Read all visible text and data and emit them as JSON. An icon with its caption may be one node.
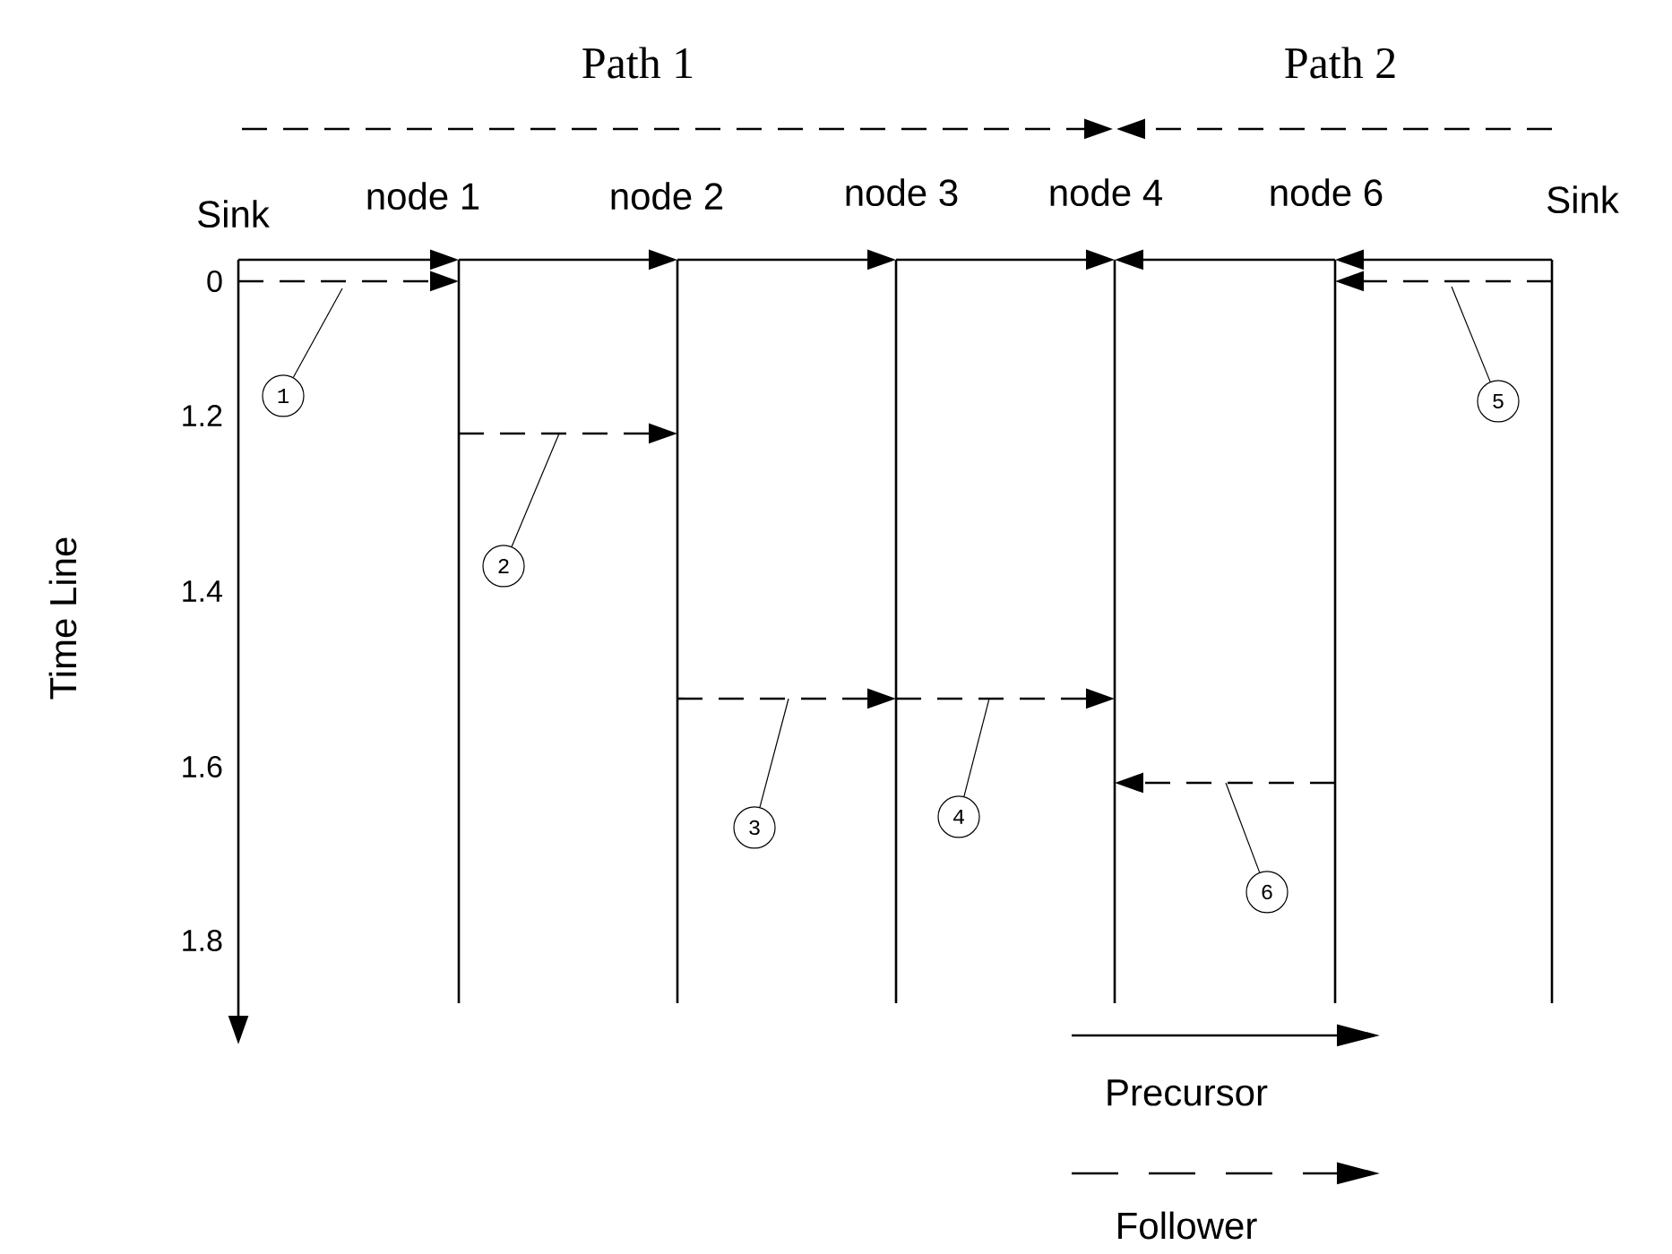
{
  "diagram": {
    "nodes": [
      {
        "text": [
          "Sink"
        ]
      },
      {
        "text": [
          "node 1"
        ]
      },
      {
        "text": [
          "node 2"
        ]
      },
      {
        "text": [
          "node 3"
        ]
      },
      {
        "text": [
          "node 4"
        ]
      },
      {
        "text": [
          "node 6"
        ]
      },
      {
        "text": [
          "Sink"
        ]
      },
      {
        "text": [
          "1"
        ]
      },
      {
        "text": [
          "2"
        ]
      },
      {
        "text": [
          "3"
        ]
      },
      {
        "text": [
          "4"
        ]
      },
      {
        "text": [
          "5"
        ]
      },
      {
        "text": [
          "6"
        ]
      }
    ],
    "edges": [
      {
        "from": 0,
        "to": 1,
        "arrow": "to"
      },
      {
        "from": 1,
        "to": 2,
        "arrow": "to"
      },
      {
        "from": 2,
        "to": 3,
        "arrow": "to"
      },
      {
        "from": 3,
        "to": 4,
        "arrow": "to"
      },
      {
        "from": 6,
        "to": 5,
        "arrow": "to"
      },
      {
        "from": 5,
        "to": 4,
        "arrow": "to"
      },
      {
        "from": 0,
        "to": 1,
        "arrow": "to",
        "style": "dashed"
      },
      {
        "from": 1,
        "to": 2,
        "arrow": "to",
        "style": "dashed"
      },
      {
        "from": 2,
        "to": 3,
        "arrow": "to",
        "style": "dashed"
      },
      {
        "from": 3,
        "to": 4,
        "arrow": "to",
        "style": "dashed"
      },
      {
        "from": 5,
        "to": 4,
        "arrow": "to",
        "style": "dashed"
      },
      {
        "from": 6,
        "to": 5,
        "arrow": "to",
        "style": "dashed"
      },
      {
        "from": 7,
        "to": null,
        "arrow": "none"
      },
      {
        "from": 8,
        "to": null,
        "arrow": "none"
      },
      {
        "from": 9,
        "to": null,
        "arrow": "none"
      },
      {
        "from": 10,
        "to": null,
        "arrow": "none"
      },
      {
        "from": 11,
        "to": null,
        "arrow": "none"
      },
      {
        "from": 12,
        "to": null,
        "arrow": "none"
      }
    ],
    "labels": [
      "Path 1",
      "Path 2",
      "0",
      "1.2",
      "1.4",
      "1.6",
      "1.8",
      "Time Line"
    ],
    "legend": [
      {
        "text": "Precursor"
      },
      {
        "text": "Follower"
      }
    ]
  }
}
